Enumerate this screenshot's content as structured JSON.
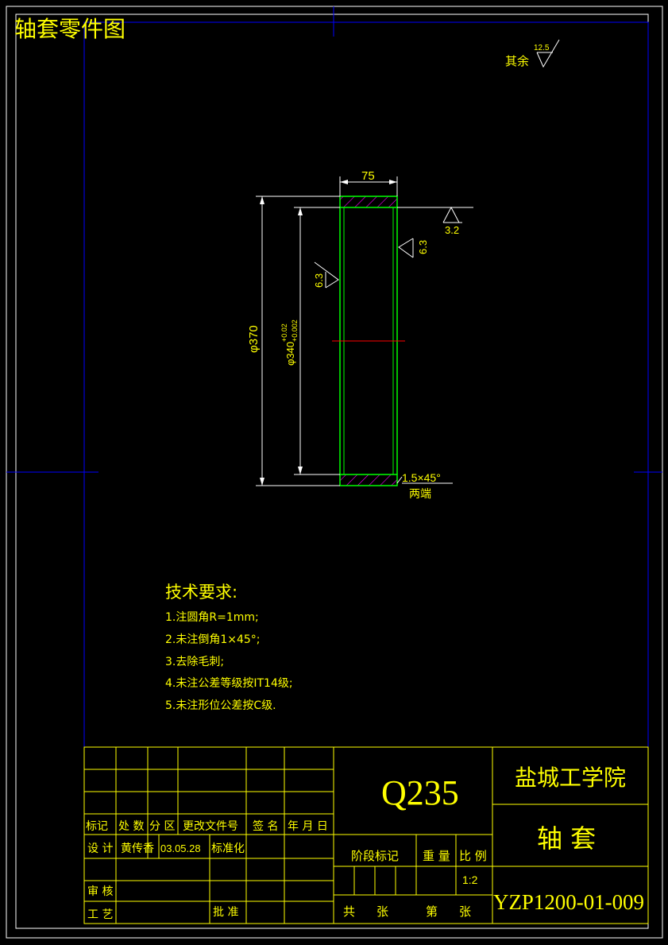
{
  "drawing_title": "轴套零件图",
  "roughness_other": {
    "label": "其余",
    "value": "12.5"
  },
  "dimensions": {
    "width": "75",
    "outer_dia": "φ370",
    "inner_dia": "φ340",
    "inner_tol_upper": "+0.02",
    "inner_tol_lower": "+0.002",
    "chamfer": "1.5×45°",
    "chamfer_note": "两端"
  },
  "roughness_marks": [
    "3.2",
    "6.3",
    "6.3"
  ],
  "tech_requirements": {
    "heading": "技术要求:",
    "items": [
      "1.注圆角R=1mm;",
      "2.未注倒角1×45°;",
      "3.去除毛刺;",
      "4.未注公差等级按IT14级;",
      "5.未注形位公差按C级."
    ]
  },
  "title_block": {
    "material": "Q235",
    "school": "盐城工学院",
    "part_name": "轴 套",
    "drawing_no": "YZP1200-01-009",
    "header_cols": [
      "标记",
      "处 数",
      "分 区",
      "更改文件号",
      "签 名",
      "年 月 日"
    ],
    "design_label": "设 计",
    "designer": "黄传香",
    "design_date": "03.05.28",
    "standardize": "标准化",
    "review": "审 核",
    "process": "工 艺",
    "approve": "批 准",
    "stage_mark": "阶段标记",
    "weight": "重 量",
    "scale_label": "比 例",
    "scale": "1:2",
    "total": "共",
    "sheets": "张",
    "sheet_no": "第",
    "sheet_unit": "张"
  }
}
